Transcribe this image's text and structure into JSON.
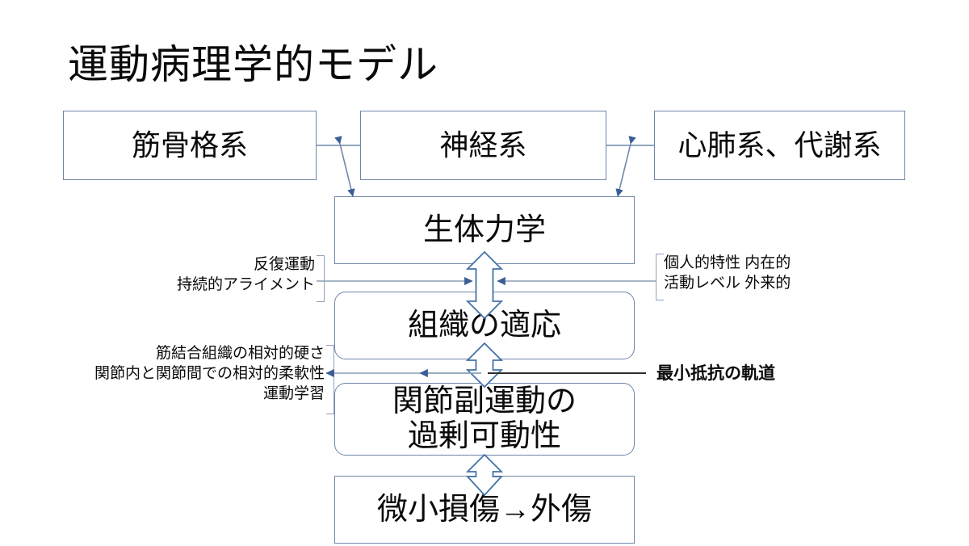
{
  "slide": {
    "title": "運動病理学的モデル",
    "background": "#ffffff",
    "box_border_color": "#6E87A8",
    "arrow_color": "#4472A8",
    "thin_arrow_color": "#3C5E96",
    "bracket_color": "#8FA3BC"
  },
  "top_row": {
    "musculoskeletal": "筋骨格系",
    "nervous": "神経系",
    "cardio_metabolic": "心肺系、代謝系"
  },
  "chain": {
    "biomechanics": "生体力学",
    "tissue_adaptation": "組織の適応",
    "joint_hypermobility_line1": "関節副運動の",
    "joint_hypermobility_line2": "過剰可動性",
    "microtrauma": "微小損傷→外傷"
  },
  "annotations": {
    "left_upper": "反復運動\n持続的アライメント",
    "right_upper": "個人的特性 内在的\n活動レベル 外来的",
    "left_lower": "筋結合組織の相対的硬さ\n関節内と関節間での相対的柔軟性\n運動学習",
    "right_lower": "最小抵抗の軌道"
  }
}
